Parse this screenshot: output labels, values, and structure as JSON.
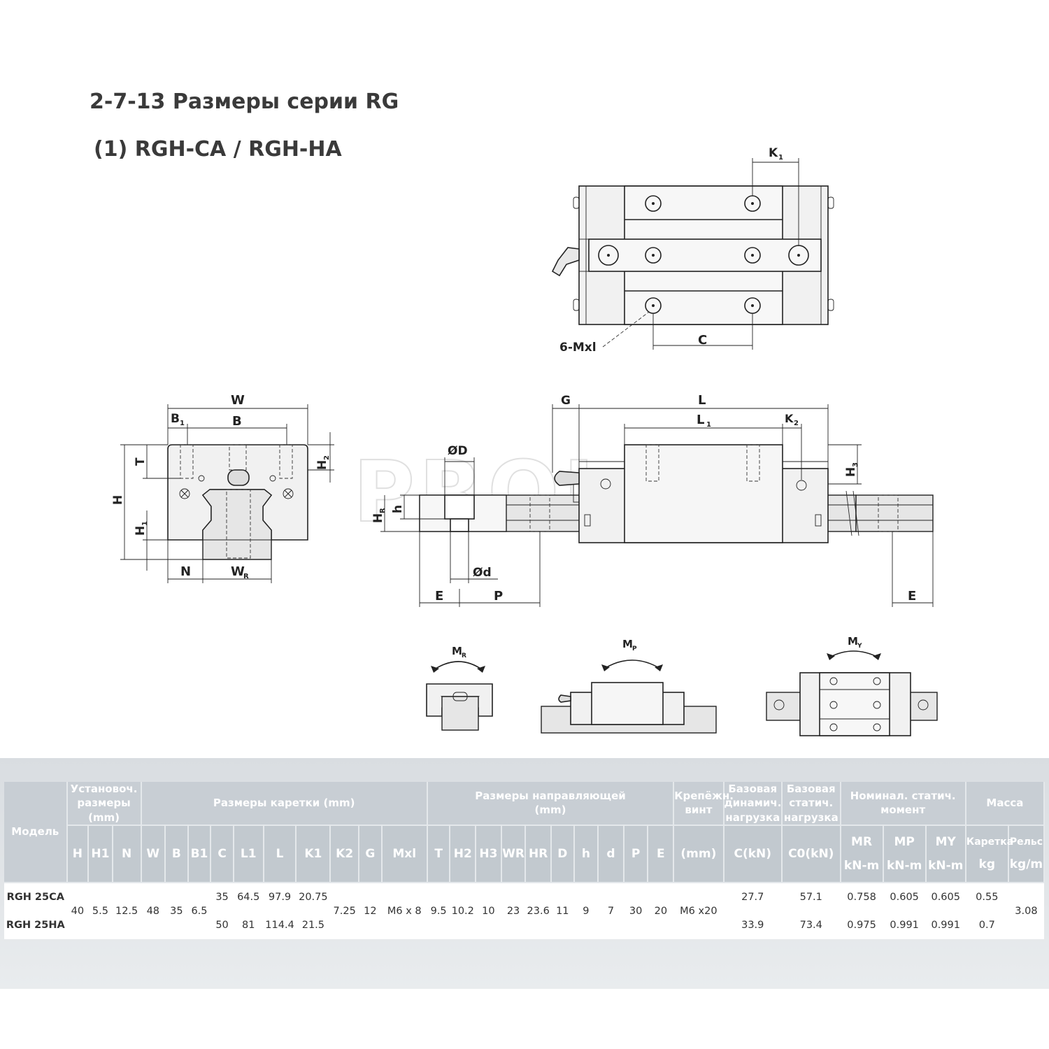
{
  "title": "2-7-13 Размеры серии RG",
  "subtitle": "(1) RGH-CA / RGH-HA",
  "watermark": "PROLM",
  "dimension_labels": {
    "K1": "K",
    "K1_sub": "1",
    "C": "C",
    "holes": "6-Mxl",
    "W": "W",
    "B": "B",
    "B1": "B",
    "B1_sub": "1",
    "T": "T",
    "H": "H",
    "H1": "H",
    "H1_sub": "1",
    "H2": "H",
    "H2_sub": "2",
    "N": "N",
    "WR": "W",
    "WR_sub": "R",
    "OD": "ØD",
    "Od": "Ød",
    "h": "h",
    "HR": "H",
    "HR_sub": "R",
    "E_left": "E",
    "P": "P",
    "E_right": "E",
    "G": "G",
    "L": "L",
    "L1": "L",
    "L1_sub": "1",
    "K2": "K",
    "K2_sub": "2",
    "H3": "H",
    "H3_sub": "3",
    "MR": "M",
    "MR_sub": "R",
    "MP": "M",
    "MP_sub": "P",
    "MY": "M",
    "MY_sub": "Y"
  },
  "table": {
    "group_headers": {
      "model": "Модель",
      "mount": [
        "Установоч.",
        "размеры",
        "(mm)"
      ],
      "block": "Размеры каретки (mm)",
      "rail": [
        "Размеры направляющей",
        "(mm)"
      ],
      "bolt": [
        "Крепёжн.",
        "винт"
      ],
      "dynamic": [
        "Базовая",
        "динамич.",
        "нагрузка"
      ],
      "static": [
        "Базовая",
        "статич.",
        "нагрузка"
      ],
      "moment": [
        "Номинал. статич.",
        "момент"
      ],
      "mass": "Масса"
    },
    "columns": [
      "H",
      "H1",
      "N",
      "W",
      "B",
      "B1",
      "C",
      "L1",
      "L",
      "K1",
      "K2",
      "G",
      "Mxl",
      "T",
      "H2",
      "H3",
      "WR",
      "HR",
      "D",
      "h",
      "d",
      "P",
      "E",
      "(mm)",
      "C(kN)",
      "C0(kN)",
      "MR",
      "MP",
      "MY",
      "Каретка",
      "Рельс"
    ],
    "moment_units": [
      "kN-m",
      "kN-m",
      "kN-m"
    ],
    "mass_units": [
      "kg",
      "kg/m"
    ],
    "rows": [
      {
        "model": "RGH 25CA",
        "C": "35",
        "L1": "64.5",
        "L": "97.9",
        "K1": "20.75",
        "Cdyn": "27.7",
        "C0": "57.1",
        "MR": "0.758",
        "MP": "0.605",
        "MY": "0.605",
        "block_mass": "0.55"
      },
      {
        "model": "RGH 25HA",
        "C": "50",
        "L1": "81",
        "L": "114.4",
        "K1": "21.5",
        "Cdyn": "33.9",
        "C0": "73.4",
        "MR": "0.975",
        "MP": "0.991",
        "MY": "0.991",
        "block_mass": "0.7"
      }
    ],
    "shared": {
      "H": "40",
      "H1": "5.5",
      "N": "12.5",
      "W": "48",
      "B": "35",
      "B1": "6.5",
      "K2": "7.25",
      "G": "12",
      "Mxl": "M6 x 8",
      "T": "9.5",
      "H2": "10.2",
      "H3": "10",
      "WR": "23",
      "HR": "23.6",
      "D": "11",
      "h": "9",
      "d": "7",
      "P": "30",
      "E": "20",
      "bolt": "M6 x20",
      "rail_mass": "3.08"
    }
  }
}
